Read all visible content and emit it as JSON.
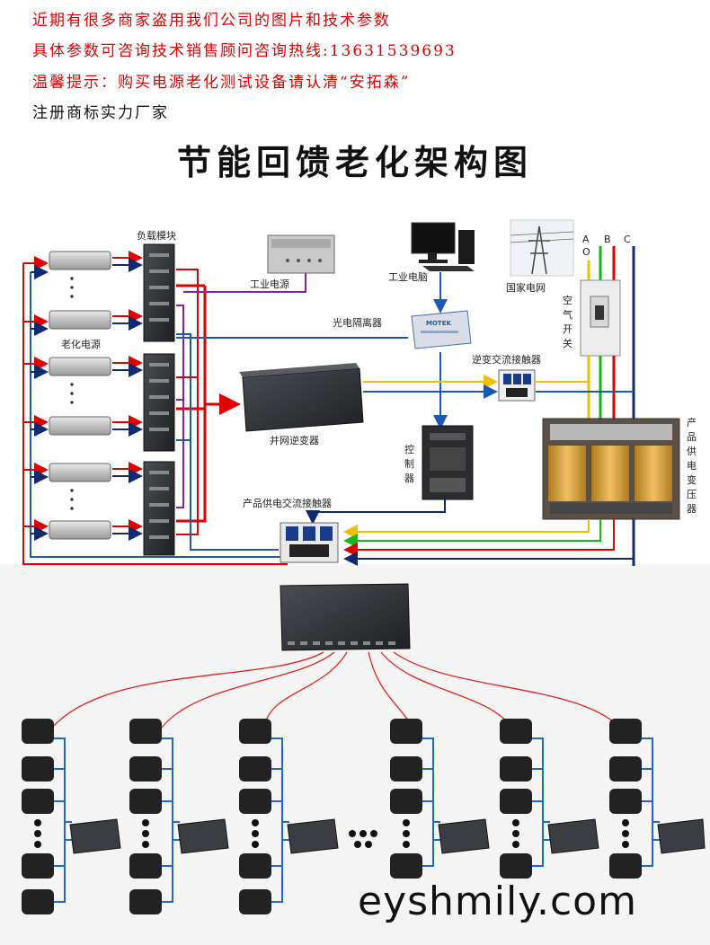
{
  "header": {
    "line1": "近期有很多商家盗用我们公司的图片和技术参数",
    "line2": "具体参数可咨询技术销售顾问咨询热线:13631539693",
    "line3": "温馨提示：购买电源老化测试设备请认清“安拓森”",
    "line4": "注册商标实力厂家"
  },
  "title": "节能回馈老化架构图",
  "labels": {
    "load_module": "负载模块",
    "industrial_psu": "工业电源",
    "industrial_pc": "工业电脑",
    "grid": "国家电网",
    "phase_a": "A",
    "phase_b": "B",
    "phase_c": "C",
    "phase_o": "O",
    "air_switch": "空气开关",
    "opto_isolator": "光电隔离器",
    "inv_contactor": "逆变交流接触器",
    "aging_psu": "老化电源",
    "grid_inverter": "并网逆变器",
    "controller": "控制器",
    "product_contactor": "产品供电交流接触器",
    "product_transformer": "产品供电变压器"
  },
  "device_brand": "MOTEK",
  "watermark": "eyshmily.com",
  "colors": {
    "notice_red": "#e00000",
    "wire_red": "#e00000",
    "wire_blue": "#1a5ab0",
    "wire_purple": "#8a1fa0",
    "wire_yellow": "#f0c000",
    "wire_green": "#19b419",
    "wire_navy": "#102a70"
  }
}
